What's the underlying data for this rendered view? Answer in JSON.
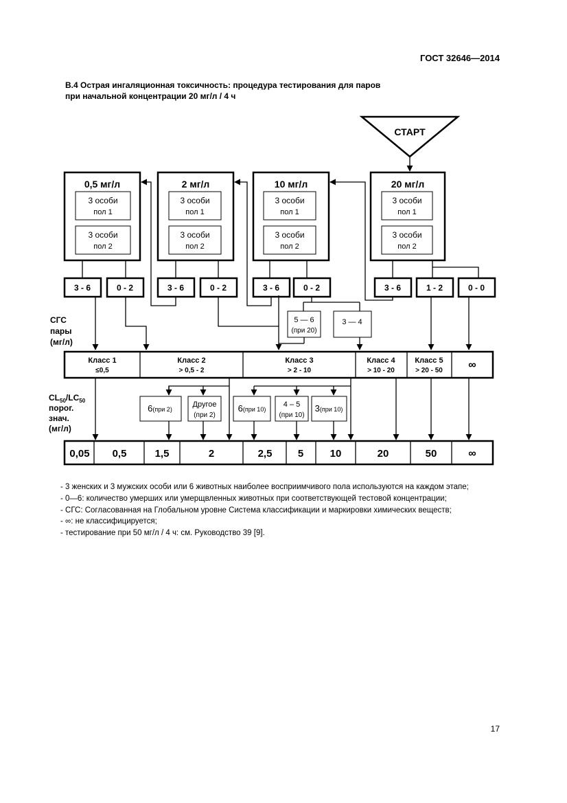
{
  "header": {
    "standard": "ГОСТ 32646—2014"
  },
  "title": {
    "line1": "B.4 Острая ингаляционная токсичность: процедура тестирования для паров",
    "line2": "при начальной концентрации 20 мг/л / 4 ч"
  },
  "start_label": "СТАРТ",
  "stages": [
    {
      "conc": "0,5 мг/л",
      "g1a": "3 особи",
      "g1b": "пол 1",
      "g2a": "3 особи",
      "g2b": "пол 2"
    },
    {
      "conc": "2 мг/л",
      "g1a": "3 особи",
      "g1b": "пол 1",
      "g2a": "3 особи",
      "g2b": "пол 2"
    },
    {
      "conc": "10 мг/л",
      "g1a": "3 особи",
      "g1b": "пол 1",
      "g2a": "3 особи",
      "g2b": "пол 2"
    },
    {
      "conc": "20 мг/л",
      "g1a": "3 особи",
      "g1b": "пол 1",
      "g2a": "3 особи",
      "g2b": "пол 2"
    }
  ],
  "outcomes": [
    "3 - 6",
    "0 - 2",
    "3 - 6",
    "0 - 2",
    "3 - 6",
    "0 - 2",
    "3 - 6",
    "1 - 2",
    "0 - 0"
  ],
  "split_10": {
    "a1": "5 — 6",
    "a2": "(при 20)",
    "b": "3 — 4"
  },
  "ghs_label": [
    "СГС",
    "пары",
    "(мг/л)"
  ],
  "classes": [
    {
      "name": "Класс 1",
      "range": "≤0,5"
    },
    {
      "name": "Класс 2",
      "range": "> 0,5 - 2"
    },
    {
      "name": "Класс 3",
      "range": "> 2 - 10"
    },
    {
      "name": "Класс 4",
      "range": "> 10 - 20"
    },
    {
      "name": "Класс 5",
      "range": "> 20 - 50"
    },
    {
      "name": "∞",
      "range": ""
    }
  ],
  "sub_boxes": [
    {
      "main": "6",
      "sub": "(при 2)"
    },
    {
      "main": "Другое",
      "sub": "(при 2)"
    },
    {
      "main": "6",
      "sub": "(при 10)"
    },
    {
      "main": "4 – 5",
      "sub": "(при 10)"
    },
    {
      "main": "3",
      "sub": "(при 10)"
    }
  ],
  "lc_label": {
    "l1a": "CL",
    "l1b": "50",
    "l1c": "/LC",
    "l1d": "50",
    "l2": "порог.",
    "l3": "знач.",
    "l4": "(мг/л)"
  },
  "values": [
    "0,05",
    "0,5",
    "1,5",
    "2",
    "2,5",
    "5",
    "10",
    "20",
    "50",
    "∞"
  ],
  "notes": [
    "- 3 женских и 3 мужских особи или 6 животных наиболее восприимчивого пола используются на каждом этапе;",
    "- 0—6: количество умерших или умерщвленных животных при соответствующей тестовой концентрации;",
    "- СГС: Согласованная на Глобальном уровне Система классификации и маркировки химических веществ;",
    "- ∞: не классифицируется;",
    "- тестирование при 50 мг/л / 4 ч: см. Руководство 39 [9]."
  ],
  "page_number": "17"
}
